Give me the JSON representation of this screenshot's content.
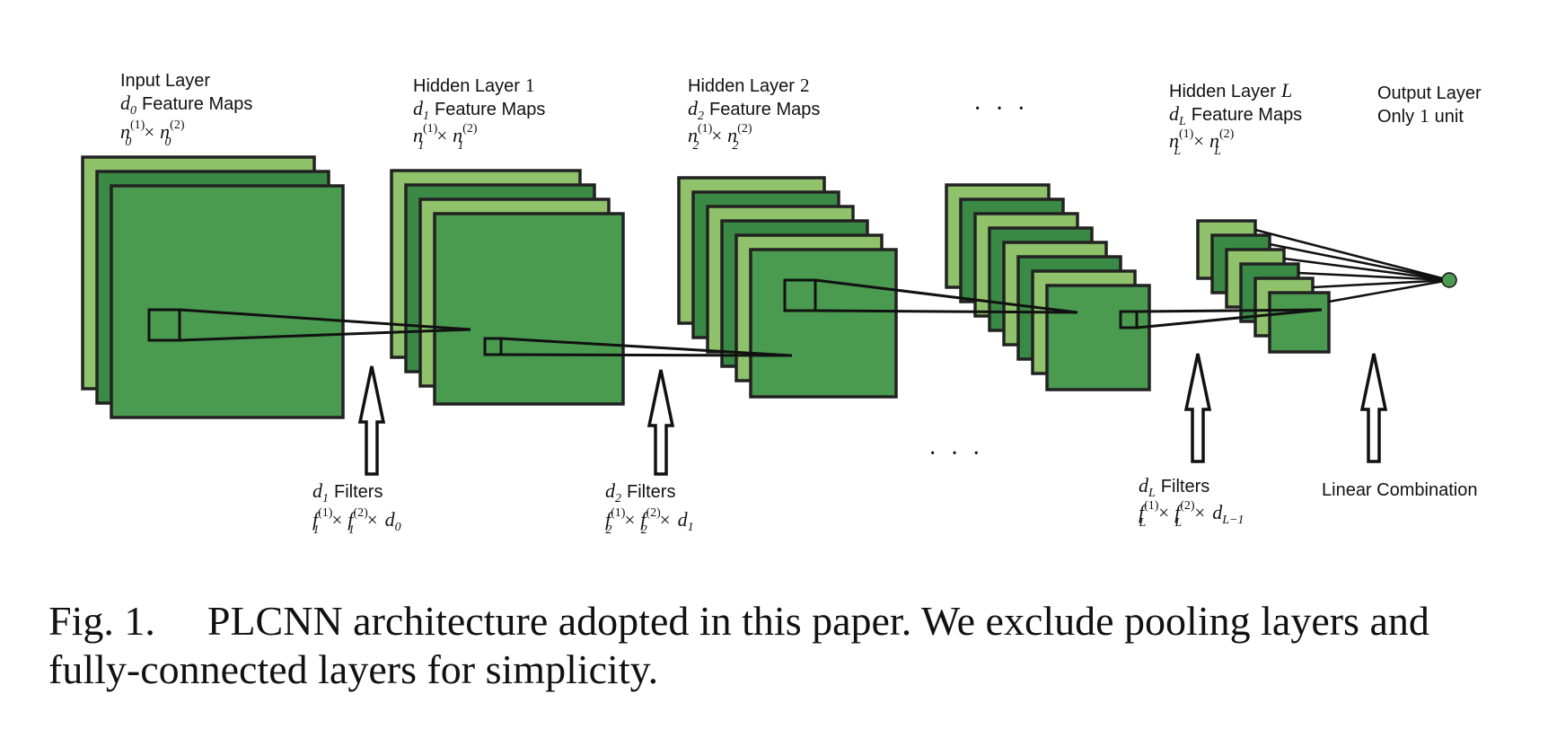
{
  "diagram": {
    "colors": {
      "light": "#8fc26a",
      "dark": "#3a8a46",
      "mid": "#52a055",
      "front": "#4a9a50",
      "stroke": "#222222",
      "output_node": "#4a9a50"
    },
    "layers": [
      {
        "id": "input",
        "title": "Input Layer",
        "maps_var": "d",
        "maps_sub": "0",
        "maps_text": "Feature Maps",
        "dim_var": "n",
        "dim_sub": "0",
        "dim_sup1": "(1)",
        "dim_sup2": "(2)",
        "times": "×"
      },
      {
        "id": "hidden1",
        "title_text": "Hidden Layer",
        "title_num": "1",
        "maps_var": "d",
        "maps_sub": "1",
        "maps_text": "Feature Maps",
        "dim_var": "n",
        "dim_sub": "1",
        "dim_sup1": "(1)",
        "dim_sup2": "(2)",
        "times": "×"
      },
      {
        "id": "hidden2",
        "title_text": "Hidden Layer",
        "title_num": "2",
        "maps_var": "d",
        "maps_sub": "2",
        "maps_text": "Feature Maps",
        "dim_var": "n",
        "dim_sub": "2",
        "dim_sup1": "(1)",
        "dim_sup2": "(2)",
        "times": "×"
      },
      {
        "id": "hiddenL",
        "title_text": "Hidden Layer",
        "title_var": "L",
        "maps_var": "d",
        "maps_sub": "L",
        "maps_text": "Feature Maps",
        "dim_var": "n",
        "dim_sub": "L",
        "dim_sup1": "(1)",
        "dim_sup2": "(2)",
        "times": "×"
      },
      {
        "id": "output",
        "title": "Output Layer",
        "subtitle_text": "Only",
        "subtitle_num": "1",
        "subtitle_rest": "unit"
      }
    ],
    "top_ellipsis": "· · ·",
    "bottom_ellipsis": "· · ·",
    "filters": [
      {
        "count_var": "d",
        "count_sub": "1",
        "label": "Filters",
        "f_var": "f",
        "f_sub": "1",
        "sup1": "(1)",
        "sup2": "(2)",
        "times": "×",
        "depth_var": "d",
        "depth_sub": "0"
      },
      {
        "count_var": "d",
        "count_sub": "2",
        "label": "Filters",
        "f_var": "f",
        "f_sub": "2",
        "sup1": "(1)",
        "sup2": "(2)",
        "times": "×",
        "depth_var": "d",
        "depth_sub": "1"
      },
      {
        "count_var": "d",
        "count_sub": "L",
        "label": "Filters",
        "f_var": "f",
        "f_sub": "L",
        "sup1": "(1)",
        "sup2": "(2)",
        "times": "×",
        "depth_var": "d",
        "depth_sub": "L−1"
      }
    ],
    "linear_combination": "Linear Combination"
  },
  "caption": {
    "figure_label": "Fig. 1.",
    "text": "PLCNN architecture adopted in this paper. We exclude pooling layers and fully-connected layers for simplicity."
  }
}
